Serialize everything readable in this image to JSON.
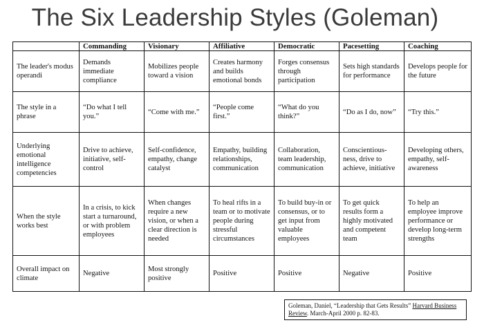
{
  "title": "The Six Leadership Styles (Goleman)",
  "columns": [
    "Commanding",
    "Visionary",
    "Affiliative",
    "Democratic",
    "Pacesetting",
    "Coaching"
  ],
  "rows": [
    {
      "label": "The leader's modus operandi",
      "cells": [
        "Demands immediate compliance",
        "Mobilizes people toward a vision",
        "Creates harmony and builds emotional bonds",
        "Forges consensus through participation",
        "Sets high standards for performance",
        "Develops people for the future"
      ]
    },
    {
      "label": "The style in a phrase",
      "cells": [
        "“Do what I tell you.”",
        "“Come with me.”",
        "“People come first.”",
        "“What do you think?”",
        "“Do as I do, now”",
        "“Try this.”"
      ]
    },
    {
      "label": "Underlying emotional intelligence competencies",
      "cells": [
        "Drive to achieve, initiative, self-control",
        "Self-confidence, empathy, change catalyst",
        "Empathy, building relationships, communication",
        "Collaboration, team leadership, communication",
        "Conscientious-ness, drive to achieve, initiative",
        "Developing others, empathy, self-awareness"
      ]
    },
    {
      "label": "When the style works best",
      "cells": [
        "In a crisis, to kick start a turnaround, or with problem employees",
        "When changes require a new vision, or when a clear direction is needed",
        "To heal rifts in a team or to motivate people during stressful circumstances",
        "To build buy-in or consensus, or to get input from valuable employees",
        "To get quick results form a highly motivated and competent team",
        "To help an employee improve performance or develop long-term strengths"
      ]
    },
    {
      "label": "Overall impact on climate",
      "cells": [
        "Negative",
        "Most strongly positive",
        "Positive",
        "Positive",
        "Negative",
        "Positive"
      ]
    }
  ],
  "citation": {
    "lead": "Goleman, Daniel, “Leadership that Gets Results”",
    "journal": "Harvard Business Review",
    "tail": ".  March-April 2000 p. 82-83."
  }
}
